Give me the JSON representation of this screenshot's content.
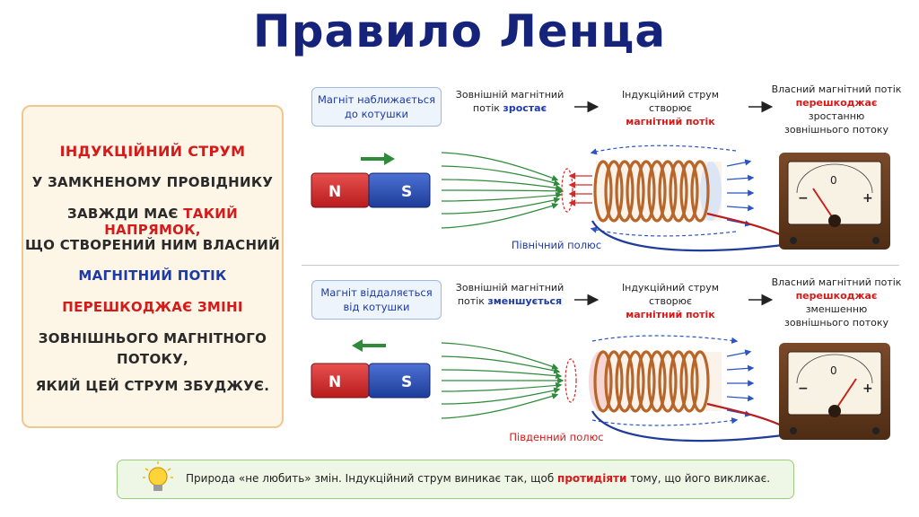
{
  "title": "Правило Ленца",
  "rule": {
    "l1": "ІНДУКЦІЙНИЙ СТРУМ",
    "l2": "У ЗАМКНЕНОМУ ПРОВІДНИКУ",
    "l3a": "ЗАВЖДИ МАЄ ",
    "l3b": "ТАКИЙ НАПРЯМОК,",
    "l4": "ЩО СТВОРЕНИЙ НИМ ВЛАСНИЙ",
    "l5": "МАГНІТНИЙ ПОТІК",
    "l6": "ПЕРЕШКОДЖАЄ ЗМІНІ",
    "l7": "ЗОВНІШНЬОГО МАГНІТНОГО",
    "l8": "ПОТОКУ,",
    "l9": "ЯКИЙ ЦЕЙ СТРУМ ЗБУДЖУЄ."
  },
  "top": {
    "label_l1": "Магніт наближається",
    "label_l2": "до котушки",
    "step1_l1": "Зовнішній магнітний",
    "step1_l2a": "потік ",
    "step1_l2b": "зростає",
    "step2_l1": "Індукційний струм створює",
    "step2_l2": "магнітний потік",
    "step3_l1": "Власний магнітний потік",
    "step3_l2a": "перешкоджає",
    "step3_l2b": " зростанню",
    "step3_l3": "зовнішнього потоку",
    "pole": "Північний полюс",
    "magnet_n": "N",
    "magnet_s": "S",
    "meter_zero": "0",
    "meter_minus": "−",
    "meter_plus": "+"
  },
  "bottom": {
    "label_l1": "Магніт віддаляється",
    "label_l2": "від котушки",
    "step1_l1": "Зовнішній магнітний",
    "step1_l2a": "потік ",
    "step1_l2b": "зменшується",
    "step2_l1": "Індукційний струм створює",
    "step2_l2": "магнітний потік",
    "step3_l1": "Власний магнітний потік",
    "step3_l2a": "перешкоджає",
    "step3_l2b": " зменшенню",
    "step3_l3": "зовнішнього потоку",
    "pole": "Південний полюс",
    "magnet_n": "N",
    "magnet_s": "S",
    "meter_zero": "0",
    "meter_minus": "−",
    "meter_plus": "+"
  },
  "note": {
    "text_a": "Природа «не любить» змін. Індукційний струм виникає так, щоб ",
    "text_b": "протидіяти",
    "text_c": " тому, що його викликає."
  },
  "colors": {
    "title": "#16237a",
    "accent_red": "#d61a1a",
    "accent_blue": "#1c3aa8",
    "magnet_n": "#d42a2a",
    "magnet_s": "#2a4fb8",
    "field_lines": "#2e8b3a",
    "coil": "#b8652a",
    "note_bg": "#eef7e6"
  },
  "icons": [
    "lightbulb-icon",
    "arrow-right-icon",
    "arrow-left-icon",
    "galvanometer-icon",
    "coil-icon",
    "bar-magnet-icon"
  ]
}
